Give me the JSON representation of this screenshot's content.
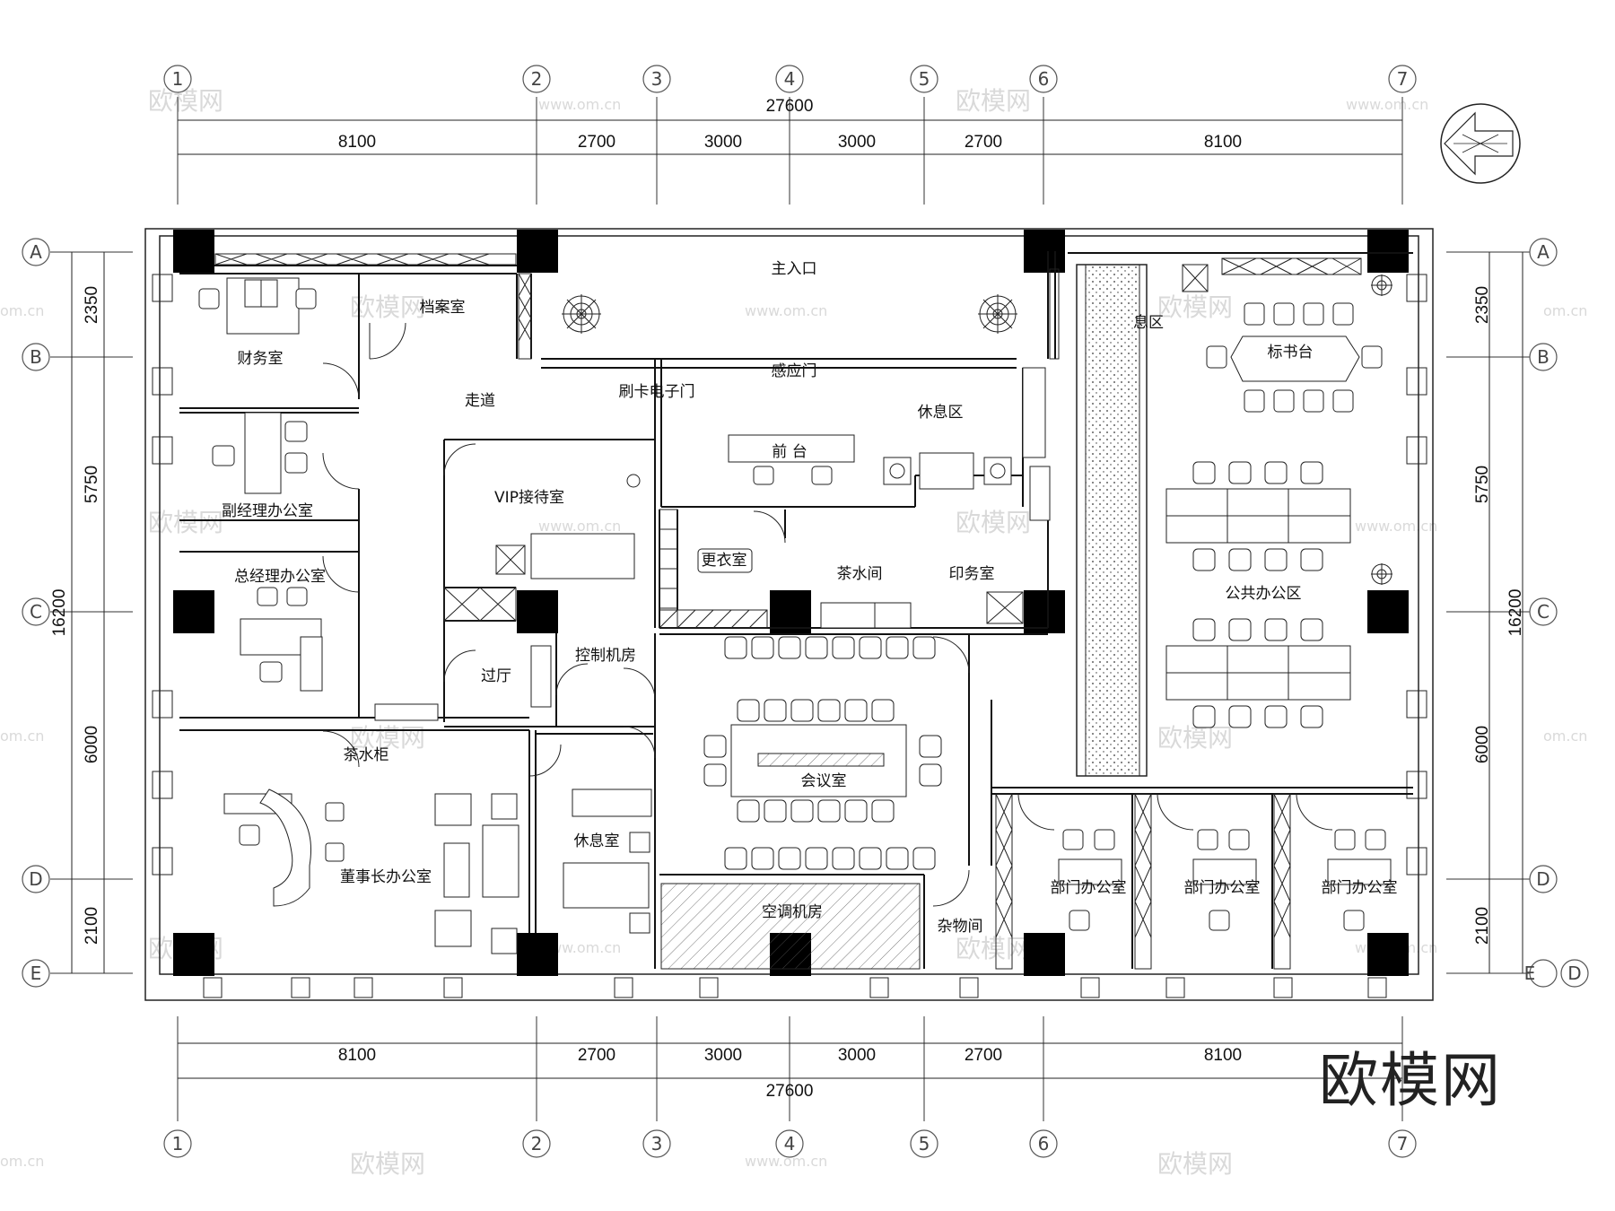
{
  "axes": {
    "columns": [
      "1",
      "2",
      "3",
      "4",
      "5",
      "6",
      "7"
    ],
    "rows": [
      "A",
      "B",
      "C",
      "D",
      "E"
    ],
    "row_extra": "E–D"
  },
  "dimensions": {
    "top_total": "27600",
    "top_segments": [
      "8100",
      "2700",
      "3000",
      "3000",
      "2700",
      "8100"
    ],
    "bottom_total": "27600",
    "bottom_segments": [
      "8100",
      "2700",
      "3000",
      "3000",
      "2700",
      "8100"
    ],
    "left_total": "16200",
    "left_segments": [
      "2350",
      "5750",
      "6000",
      "2100"
    ],
    "right_total": "16200",
    "right_segments": [
      "2350",
      "5750",
      "6000",
      "2100"
    ]
  },
  "rooms": {
    "main_entrance": "主入口",
    "archive": "档案室",
    "finance": "财务室",
    "corridor": "走道",
    "card_door": "刷卡电子门",
    "sensor_door": "感应门",
    "lounge_front": "休息区",
    "reception": "前  台",
    "deputy_gm": "副经理办公室",
    "vip": "VIP接待室",
    "gm": "总经理办公室",
    "changing": "更衣室",
    "pantry": "茶水间",
    "print": "印务室",
    "lobby": "过厅",
    "control": "控制机房",
    "tea_cabinet": "茶水柜",
    "chairman": "董事长办公室",
    "rest_room": "休息室",
    "meeting": "会议室",
    "hvac": "空调机房",
    "storage": "杂物间",
    "bid_table": "标书台",
    "open_office": "公共办公区",
    "lounge_east": "息区",
    "dept1": "部门办公室",
    "dept2": "部门办公室",
    "dept3": "部门办公室"
  },
  "watermark": {
    "brand": "欧模网",
    "url": "www.om.cn",
    "url_short": "om.cn"
  },
  "north_arrow_icon": "north-arrow-icon"
}
